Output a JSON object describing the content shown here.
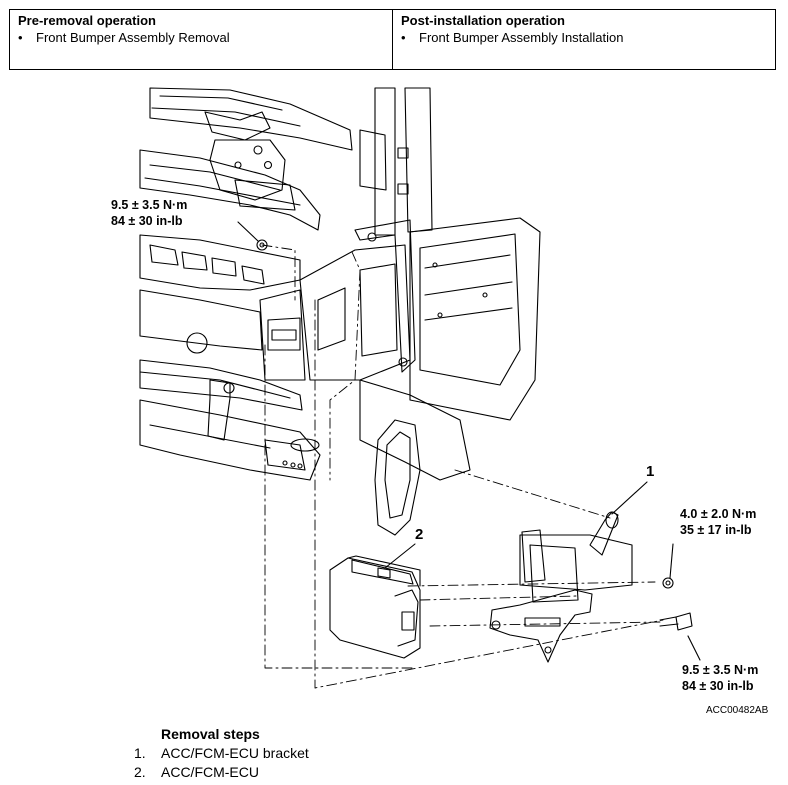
{
  "operations": {
    "pre_removal": {
      "header": "Pre-removal operation",
      "items": [
        "Front Bumper Assembly Removal"
      ]
    },
    "post_installation": {
      "header": "Post-installation operation",
      "items": [
        "Front Bumper Assembly Installation"
      ]
    },
    "bullet": "•"
  },
  "diagram": {
    "torque_top_left": {
      "nm": "9.5 ± 3.5 N·m",
      "inlb": "84 ± 30 in-lb"
    },
    "torque_right_upper": {
      "nm": "4.0 ± 2.0 N·m",
      "inlb": "35 ± 17 in-lb"
    },
    "torque_right_lower": {
      "nm": "9.5 ± 3.5 N·m",
      "inlb": "84 ± 30 in-lb"
    },
    "callout_1": "1",
    "callout_2": "2",
    "figure_code": "ACC00482AB"
  },
  "removal_steps": {
    "title": "Removal steps",
    "steps": [
      {
        "num": "1.",
        "label": "ACC/FCM-ECU bracket"
      },
      {
        "num": "2.",
        "label": "ACC/FCM-ECU"
      }
    ]
  }
}
